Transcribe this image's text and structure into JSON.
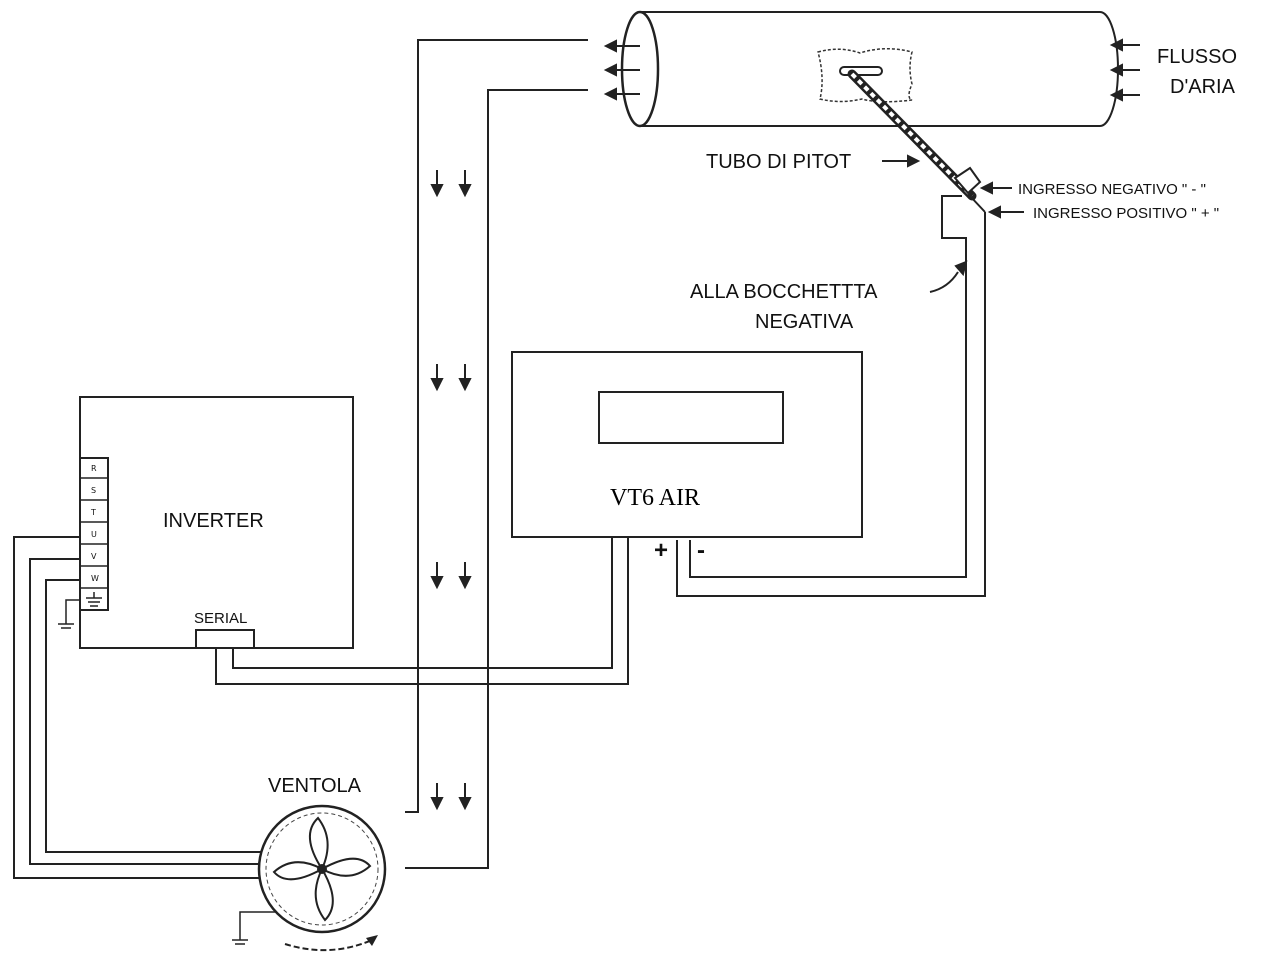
{
  "labels": {
    "flusso": "FLUSSO",
    "daria": "D'ARIA",
    "tubo_pitot": "TUBO DI PITOT",
    "ingresso_negativo": "INGRESSO NEGATIVO \" - \"",
    "ingresso_positivo": "INGRESSO POSITIVO \" + \"",
    "alla_bocchetta": "ALLA BOCCHETTTA",
    "negativa": "NEGATIVA",
    "device": "VT6 AIR",
    "plus": "+",
    "minus": "-",
    "inverter": "INVERTER",
    "serial": "SERIAL",
    "ventola": "VENTOLA"
  },
  "inverter_terminals": [
    "R",
    "S",
    "T",
    "U",
    "V",
    "W"
  ]
}
